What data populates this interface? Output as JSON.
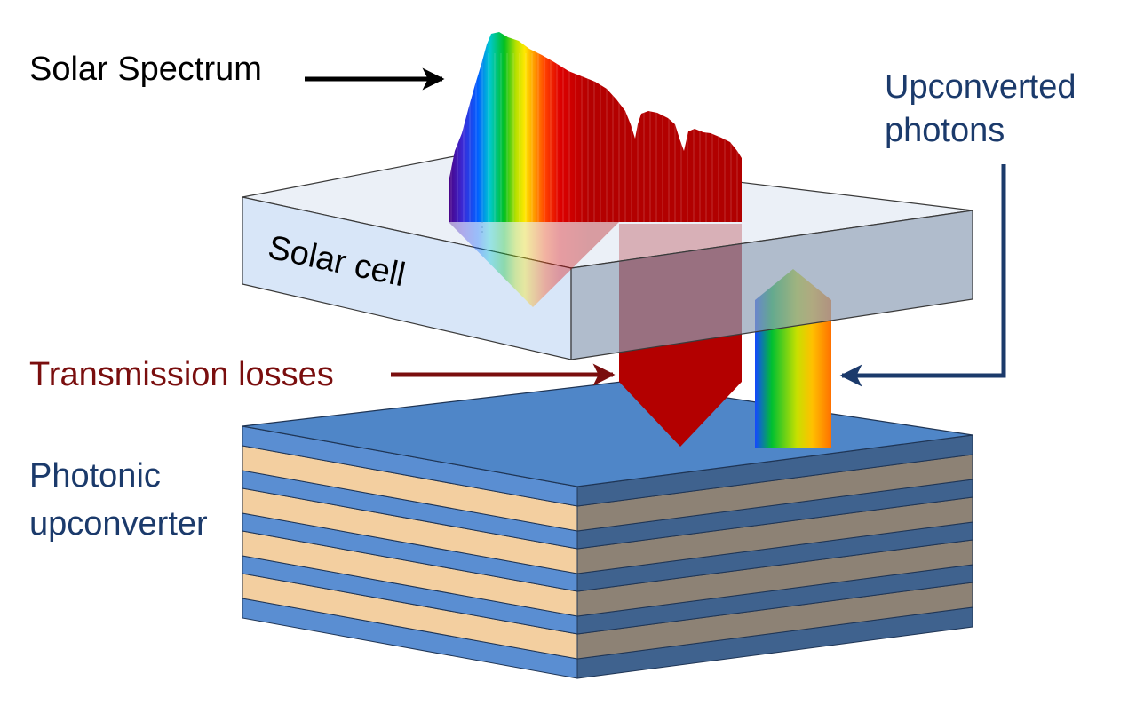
{
  "labels": {
    "solar_spectrum": "Solar Spectrum",
    "solar_cell": "Solar cell",
    "upconverted_line1": "Upconverted",
    "upconverted_line2": "photons",
    "transmission_losses": "Transmission losses",
    "photonic_line1": "Photonic",
    "photonic_line2": "upconverter"
  },
  "colors": {
    "black_text": "#000000",
    "navy_text": "#1b3a6b",
    "loss_text": "#7a0e0e",
    "loss_red": "#b30000",
    "stack_blue": "#4f86c8",
    "stack_tan": "#f3cfa0",
    "cell_glass": "#cfe1f6"
  }
}
